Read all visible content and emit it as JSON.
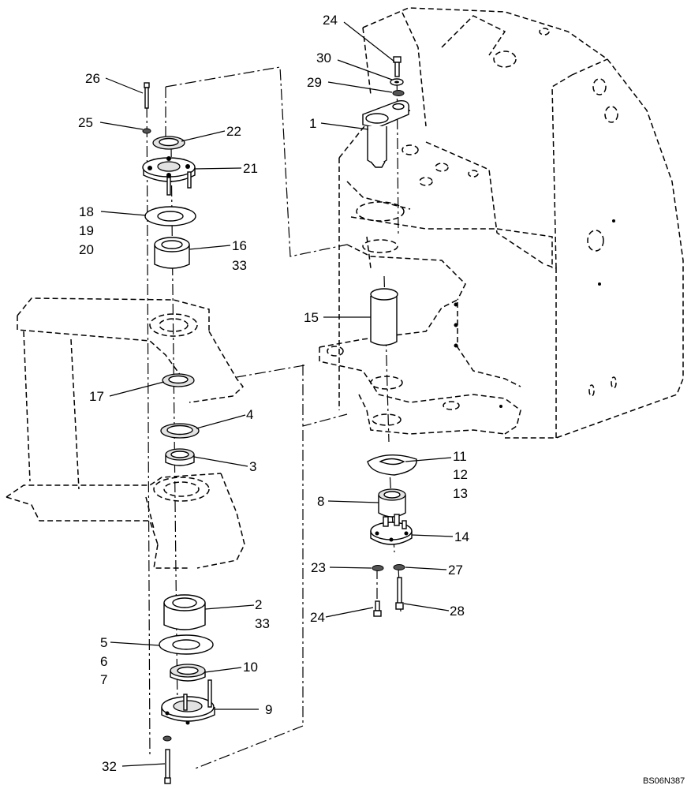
{
  "callouts": [
    {
      "id": "c24a",
      "text": "24"
    },
    {
      "id": "c30",
      "text": "30"
    },
    {
      "id": "c29",
      "text": "29"
    },
    {
      "id": "c1",
      "text": "1"
    },
    {
      "id": "c26",
      "text": "26"
    },
    {
      "id": "c25",
      "text": "25"
    },
    {
      "id": "c22",
      "text": "22"
    },
    {
      "id": "c21",
      "text": "21"
    },
    {
      "id": "c18",
      "text": "18"
    },
    {
      "id": "c19",
      "text": "19"
    },
    {
      "id": "c20",
      "text": "20"
    },
    {
      "id": "c16",
      "text": "16"
    },
    {
      "id": "c33a",
      "text": "33"
    },
    {
      "id": "c15",
      "text": "15"
    },
    {
      "id": "c17",
      "text": "17"
    },
    {
      "id": "c4",
      "text": "4"
    },
    {
      "id": "c3",
      "text": "3"
    },
    {
      "id": "c11",
      "text": "11"
    },
    {
      "id": "c12",
      "text": "12"
    },
    {
      "id": "c13",
      "text": "13"
    },
    {
      "id": "c8",
      "text": "8"
    },
    {
      "id": "c14",
      "text": "14"
    },
    {
      "id": "c23",
      "text": "23"
    },
    {
      "id": "c27",
      "text": "27"
    },
    {
      "id": "c24b",
      "text": "24"
    },
    {
      "id": "c28",
      "text": "28"
    },
    {
      "id": "c2",
      "text": "2"
    },
    {
      "id": "c33b",
      "text": "33"
    },
    {
      "id": "c5",
      "text": "5"
    },
    {
      "id": "c6",
      "text": "6"
    },
    {
      "id": "c7",
      "text": "7"
    },
    {
      "id": "c10",
      "text": "10"
    },
    {
      "id": "c9",
      "text": "9"
    },
    {
      "id": "c32",
      "text": "32"
    }
  ],
  "drawing_ref": "BS06N387"
}
